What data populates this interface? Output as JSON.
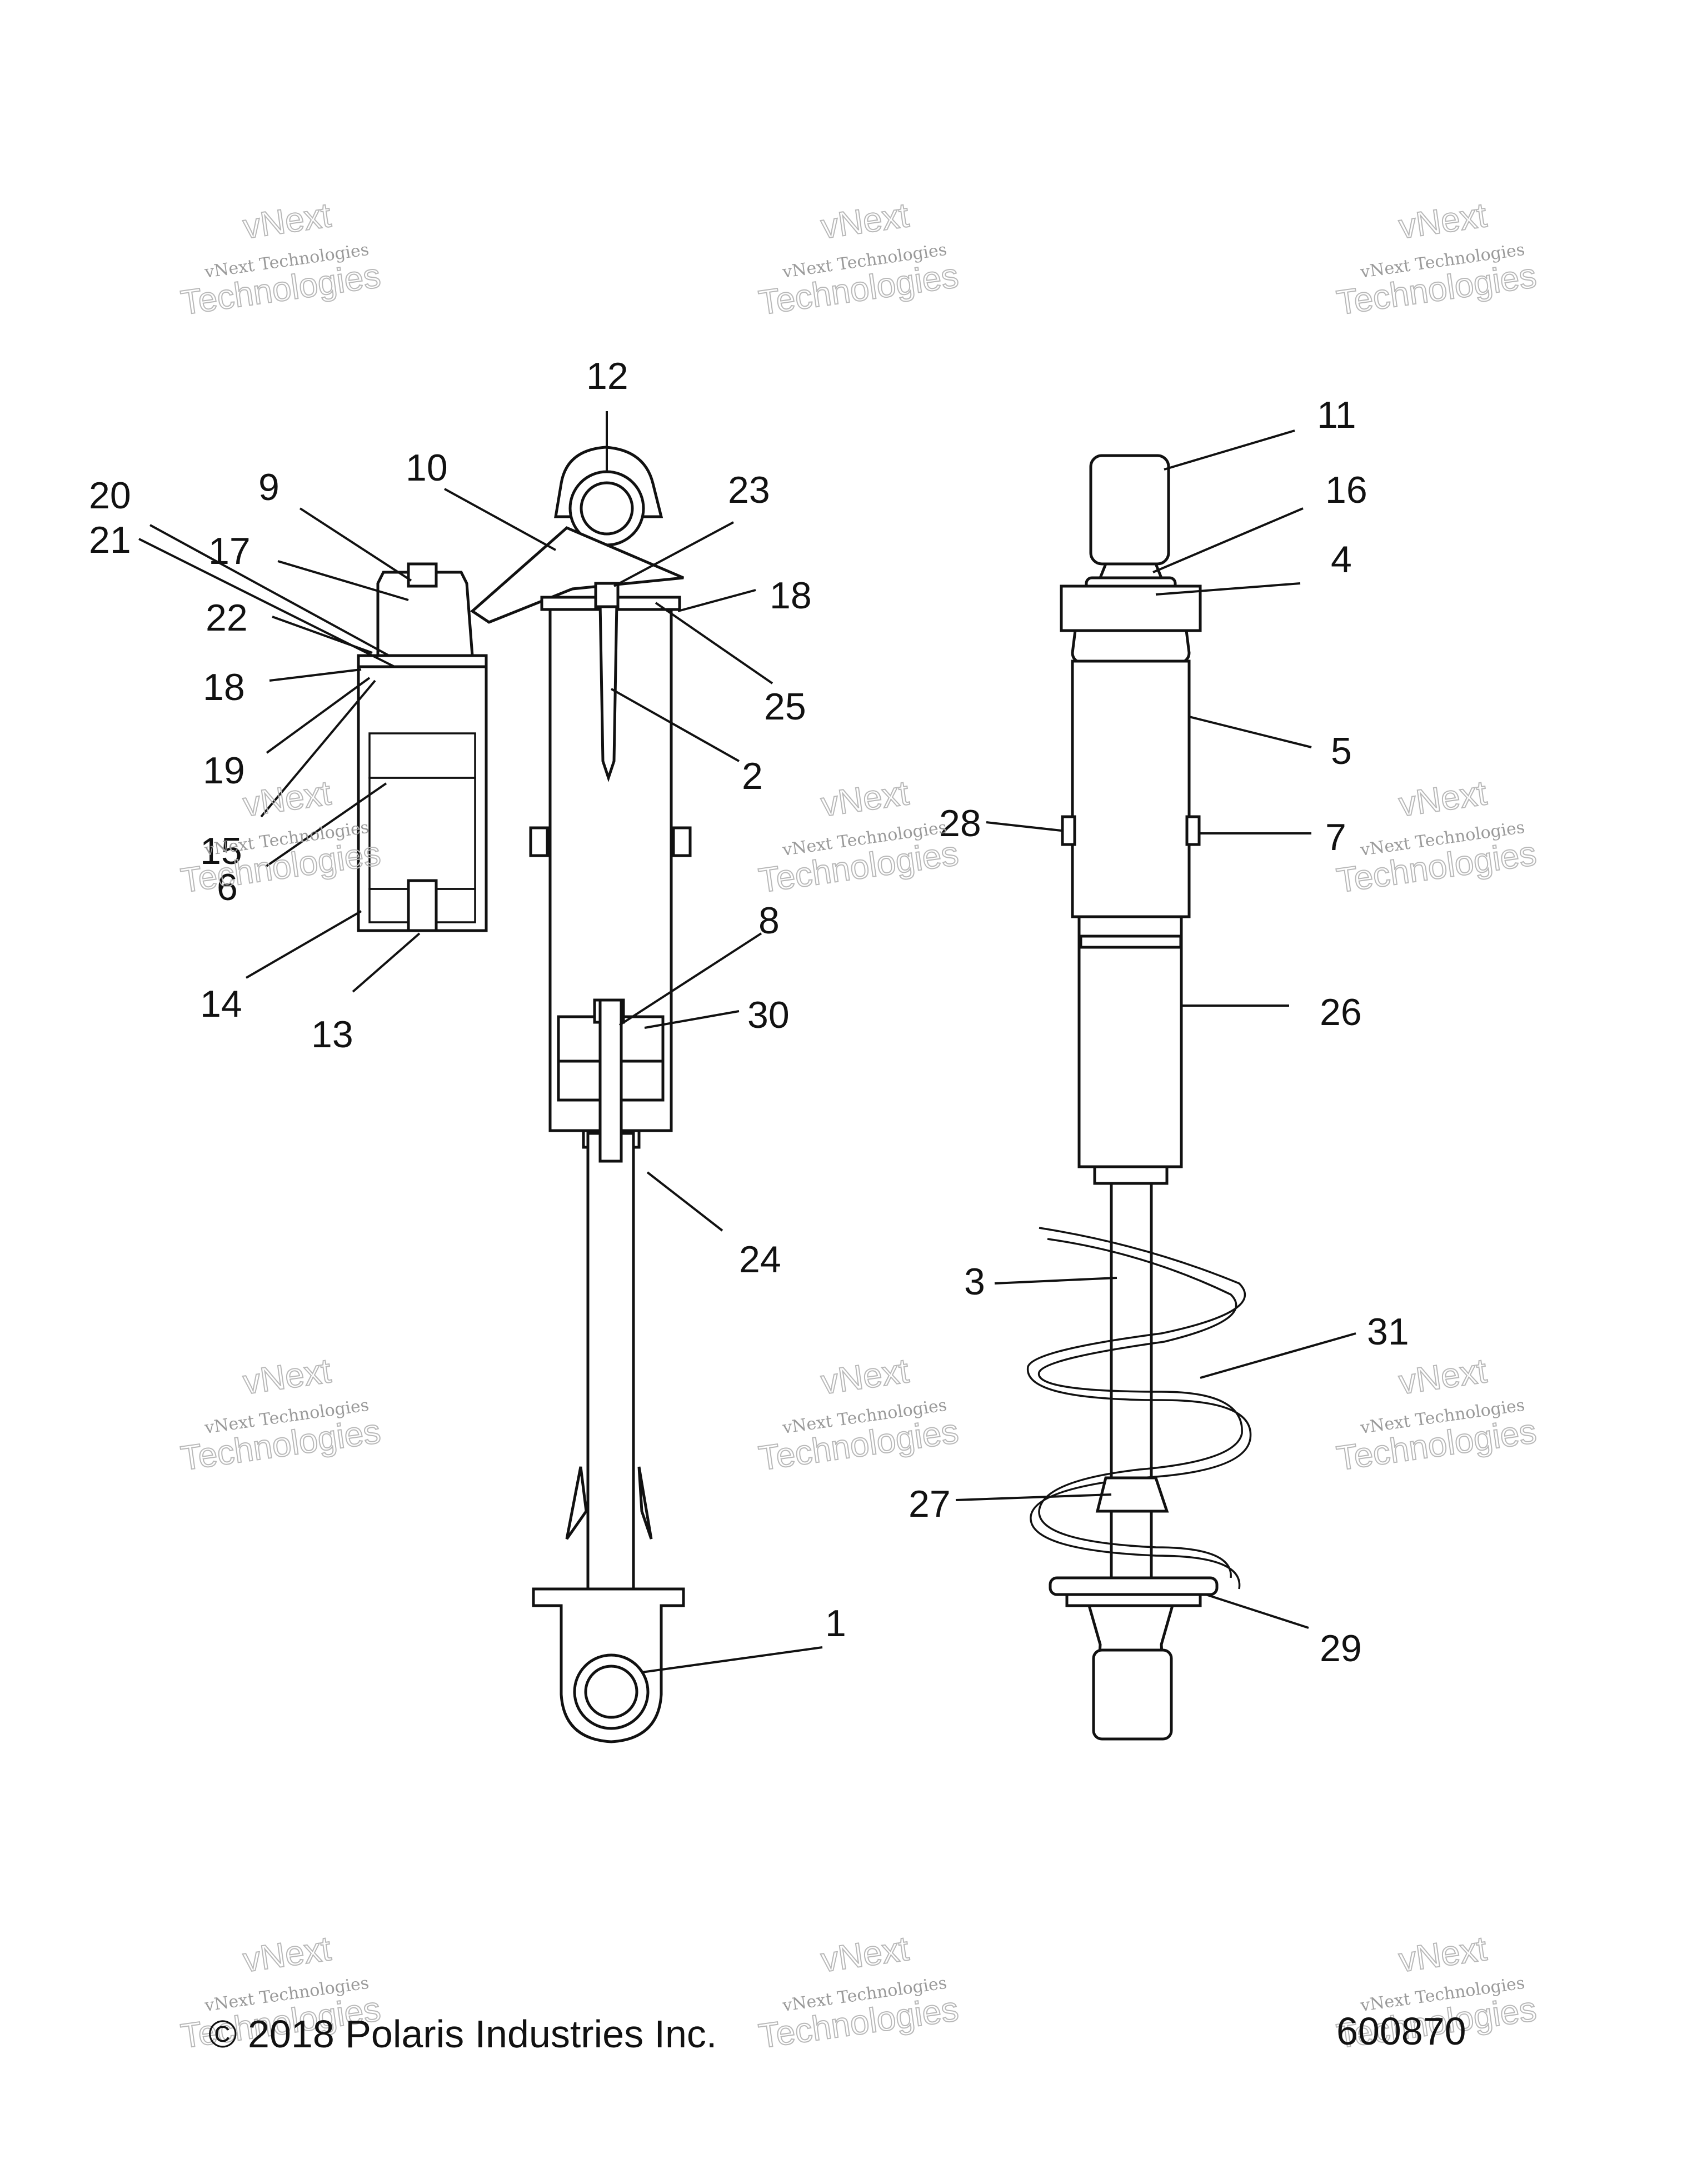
{
  "callouts": [
    "1",
    "2",
    "3",
    "4",
    "5",
    "6",
    "7",
    "8",
    "9",
    "10",
    "11",
    "12",
    "13",
    "14",
    "15",
    "16",
    "17",
    "18",
    "18",
    "19",
    "20",
    "21",
    "22",
    "23",
    "24",
    "25",
    "26",
    "27",
    "28",
    "29",
    "30",
    "31"
  ],
  "watermark": {
    "line1": "vNext",
    "line2": "vNext Technologies",
    "line3": "Technologies"
  },
  "footer": {
    "copyright": "© 2018 Polaris Industries Inc.",
    "figure_number": "600870"
  }
}
